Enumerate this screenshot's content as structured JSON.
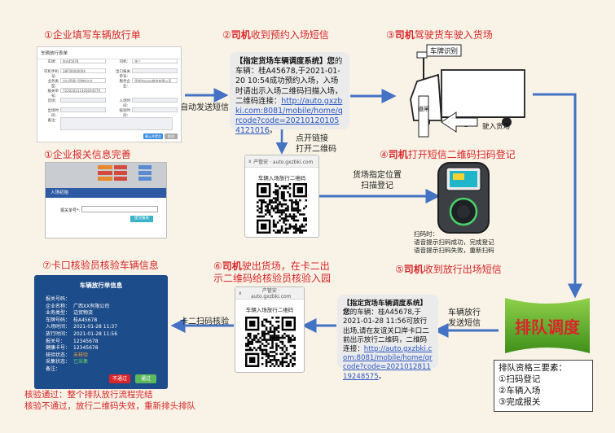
{
  "steps": {
    "s1": {
      "num": "①",
      "text": "企业填写车辆放行单"
    },
    "s1b": {
      "num": "①",
      "text": "企业报关信息完善"
    },
    "s2": {
      "num": "②",
      "bold": "司机",
      "text": "收到预约入场短信"
    },
    "s3": {
      "num": "③",
      "bold": "司机",
      "text": "驾驶货车驶入货场"
    },
    "s4": {
      "num": "④",
      "bold": "司机",
      "text": "打开短信二维码扫码登记"
    },
    "s5": {
      "num": "⑤",
      "bold": "司机",
      "text": "收到放行出场短信"
    },
    "s6": {
      "num": "⑥",
      "bold": "司机",
      "line1": "驶出货场，在卡二出",
      "line2": "示二维码给核验员核验入园"
    },
    "s7": {
      "num": "⑦",
      "text": "卡口核验员核验车辆信息"
    }
  },
  "captions": {
    "auto_sms": "自动发送短信",
    "click_link_1": "点开链接",
    "click_link_2": "打开二维码",
    "yard_scan_1": "货场指定位置",
    "yard_scan_2": "扫描登记",
    "scan_time_1": "扫码时：",
    "scan_time_2": "语音提示扫码成功，完成登记",
    "scan_time_3": "语音提示扫码失败，重新扫码",
    "release_1": "车辆放行",
    "release_2": "发送短信",
    "gate_scan": "卡二扫码核验",
    "plate_label": "车牌识别",
    "drive_in": "驶入货场",
    "gate_label": "道闸"
  },
  "sms_in": {
    "header": "【指定货场车辆调度系统】您",
    "body": "的车辆：桂A45678,于2021-01-20 10:54成功预约入场，入场时请出示入场二维码扫描入场，二维码连接：",
    "link": "http://auto.gxzbki.com:8081/mobile/home/qrcode?code=20210120105412101​6",
    "tail": "。"
  },
  "sms_out": {
    "header": "【指定货场车辆调度系统】您",
    "body": "的车辆：桂A45678,于2021-01-28 11:56可放行出场,请在友谊关口岸卡口二前出示放行二维码，二维码连接：",
    "link": "http://auto.gxzbki.com:8081/mobile/home/qrcode?code=20210128111924857​5",
    "tail": "。"
  },
  "phone1": {
    "left": "x",
    "url": "产管安 · auto.gxzbki.com",
    "title": "车辆入场放行二维码"
  },
  "phone2": {
    "left": "x",
    "url": "产管安 · auto.gxzbki.com",
    "title": "车辆入场放行二维码"
  },
  "form": {
    "title": "车辆放行表单",
    "fields": [
      {
        "label": "车牌：",
        "value": "桂A45678"
      },
      {
        "label": "司机：",
        "value": "张三"
      },
      {
        "label": "司机手机号：",
        "value": "18F0000000X"
      },
      {
        "label": "出口报关单号：",
        "value": ""
      },
      {
        "label": "业务类型：",
        "value": "出口贸易 (货物出口) "
      },
      {
        "label": "服务企业：",
        "value": "凭祥市xxxx商务有限公司"
      },
      {
        "label": "报关单号：",
        "value": "7220202113030X4576"
      },
      {
        "label": "货场：",
        "value": ""
      },
      {
        "label": "入场时间：",
        "value": ""
      },
      {
        "label": "出场时间：",
        "value": ""
      },
      {
        "label": "核验时间：",
        "value": ""
      },
      {
        "label": "备注：",
        "value": ""
      }
    ],
    "btn_save": "确认并提交",
    "btn_cancel": "取消"
  },
  "modal": {
    "title": "入场初始",
    "field_label": "报关单号*:",
    "btn": "提交报关"
  },
  "card": {
    "title": "车辆放行单信息",
    "rows": [
      {
        "k": "报关号码：",
        "v": ""
      },
      {
        "k": "企业名称：",
        "v": "广西XX有限公司"
      },
      {
        "k": "业务类型：",
        "v": "边贸物流"
      },
      {
        "k": "车牌号码：",
        "v": "桂A45678"
      },
      {
        "k": "入场时间：",
        "v": "2021-01-28 11:37"
      },
      {
        "k": "放行时间：",
        "v": "2021-01-28 11:56"
      },
      {
        "k": "报关号：",
        "v": "12345678"
      },
      {
        "k": "健康卡号：",
        "v": "12345678"
      },
      {
        "k": "核验状态：",
        "v": "未核验"
      },
      {
        "k": "采集状态：",
        "v": "已采集"
      },
      {
        "k": "备注：",
        "v": ""
      }
    ],
    "btn_reject": "不通过",
    "btn_pass": "通过"
  },
  "queue": {
    "label": "排队调度"
  },
  "requirements": {
    "title": "排队资格三要素：",
    "items": [
      "①扫码登记",
      "②车辆入场",
      "③完成报关"
    ]
  },
  "bottom": {
    "line1": "核验通过：整个排队放行流程完结",
    "line2": "核验不通过，放行二维码失效，重新排头排队"
  },
  "colors": {
    "red": "#d8262b",
    "arrow_blue": "#4472c4",
    "queue_green": "#6ab42d",
    "card_blue": "#1d4c8a"
  }
}
